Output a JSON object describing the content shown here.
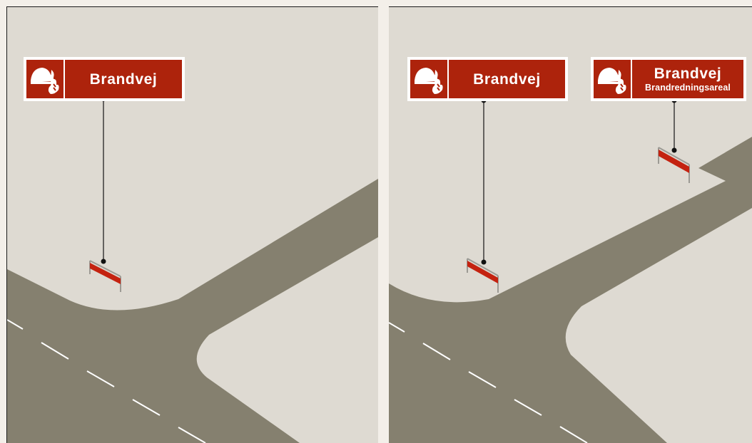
{
  "left_panel": {
    "sign": {
      "title": "Brandvej",
      "icon": "fire-helmet-flame-icon"
    }
  },
  "right_panel": {
    "sign_1": {
      "title": "Brandvej",
      "icon": "fire-helmet-flame-icon"
    },
    "sign_2": {
      "title": "Brandvej",
      "subtitle": "Brandredningsareal",
      "icon": "fire-helmet-flame-icon"
    }
  },
  "colors": {
    "ground": "#dedad2",
    "road": "#85806f",
    "sign_red": "#ad230c",
    "sign_border": "#ffffff",
    "barrier_red": "#c42210",
    "barrier_frame": "#9c9a94",
    "lane_marking": "#ffffff",
    "pole": "#222222"
  }
}
